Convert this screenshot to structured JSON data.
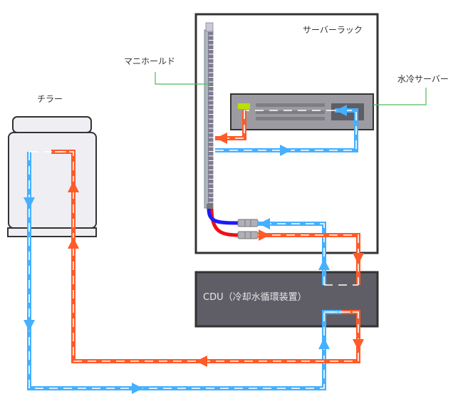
{
  "labels": {
    "chiller": "チラー",
    "server_rack": "サーバーラック",
    "manifold": "マニホールド",
    "water_cooled_server": "水冷サーバー",
    "cdu": "CDU（冷却水循環装置）"
  },
  "colors": {
    "cold": "#45b0ff",
    "hot": "#ff5a28",
    "box_outline": "#333333",
    "cdu_fill": "#5f5e66",
    "server_fill": "#9c9ba1",
    "chiller_fill": "#eeeef3",
    "leader_line": "#4cba5c",
    "hose_cold": "#1a1aff",
    "hose_hot": "#ee1111"
  },
  "flows": [
    {
      "name": "chiller-supply",
      "type": "cold",
      "from": "chiller",
      "to": "cdu"
    },
    {
      "name": "chiller-return",
      "type": "hot",
      "from": "cdu",
      "to": "chiller"
    },
    {
      "name": "rack-supply",
      "type": "cold",
      "from": "cdu",
      "to": "manifold"
    },
    {
      "name": "rack-return",
      "type": "hot",
      "from": "manifold",
      "to": "cdu"
    },
    {
      "name": "server-supply",
      "type": "cold",
      "from": "manifold",
      "to": "water-cooled-server"
    },
    {
      "name": "server-return",
      "type": "hot",
      "from": "water-cooled-server",
      "to": "manifold"
    }
  ]
}
